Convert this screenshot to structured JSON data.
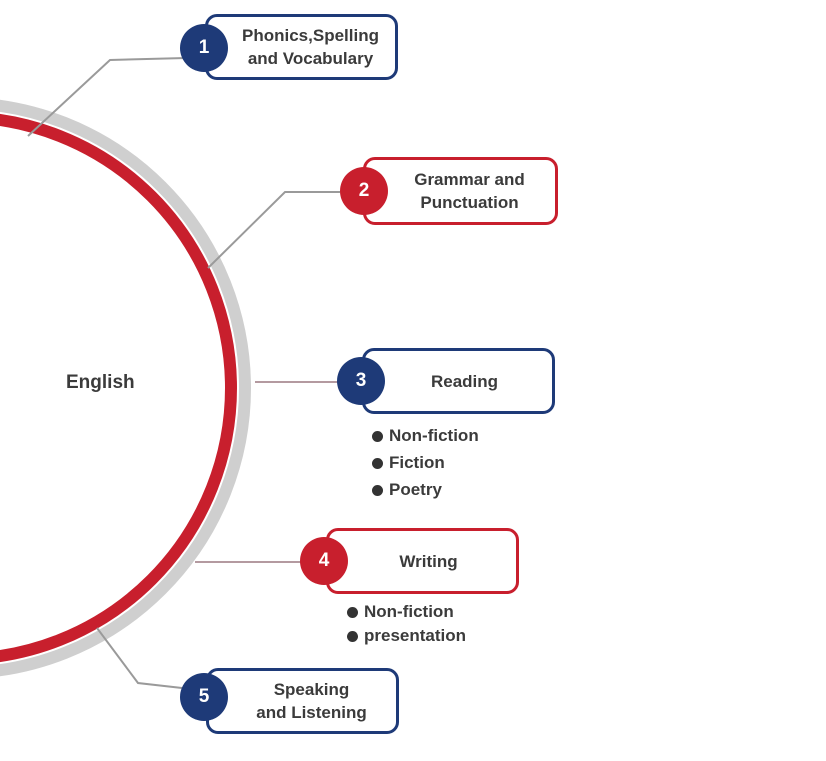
{
  "diagram": {
    "center": "English",
    "colors": {
      "navy": "#1e3a78",
      "red": "#c81f2d",
      "gray": "#cfcfcf",
      "line": "#9a9a9a"
    },
    "items": [
      {
        "number": "1",
        "label_line1": "Phonics,Spelling",
        "label_line2": "and Vocabulary",
        "color": "navy",
        "bullets": []
      },
      {
        "number": "2",
        "label_line1": "Grammar and",
        "label_line2": "Punctuation",
        "color": "red",
        "bullets": []
      },
      {
        "number": "3",
        "label_line1": "Reading",
        "label_line2": "",
        "color": "navy",
        "bullets": [
          "Non-fiction",
          "Fiction",
          "Poetry"
        ]
      },
      {
        "number": "4",
        "label_line1": "Writing",
        "label_line2": "",
        "color": "red",
        "bullets": [
          "Non-fiction",
          "presentation"
        ]
      },
      {
        "number": "5",
        "label_line1": "Speaking",
        "label_line2": "and Listening",
        "color": "navy",
        "bullets": []
      }
    ]
  }
}
